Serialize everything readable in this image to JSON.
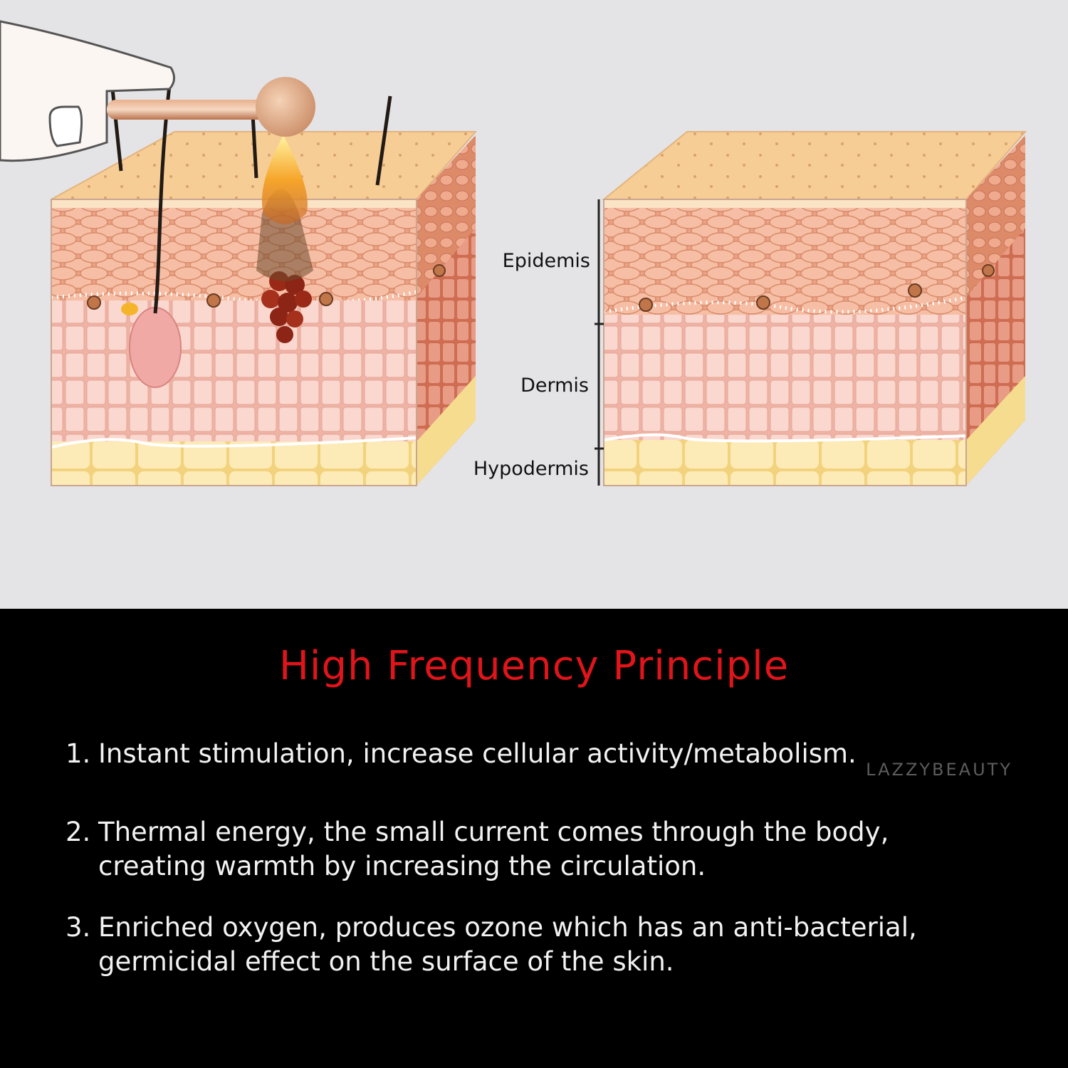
{
  "diagram": {
    "layer_labels": {
      "epidermis": "Epidemis",
      "dermis": "Dermis",
      "hypodermis": "Hypodermis"
    },
    "colors": {
      "skin_top": "#f6cd95",
      "epidermis": "#eaa383",
      "dermis": "#f7cfc4",
      "hypodermis": "#fbe4a6",
      "flame": "#f7b33b",
      "acne": "#9a2a17"
    }
  },
  "panel": {
    "title": "High Frequency Principle",
    "points": [
      {
        "num": "1.",
        "text": "Instant stimulation, increase cellular activity/metabolism."
      },
      {
        "num": "2.",
        "text": "Thermal energy, the small current comes through the body, creating warmth by increasing the circulation."
      },
      {
        "num": "3.",
        "text": "Enriched oxygen, produces ozone which has an anti-bacterial, germicidal effect on the surface of the skin."
      }
    ],
    "brand": "LAZZYBEAUTY"
  }
}
